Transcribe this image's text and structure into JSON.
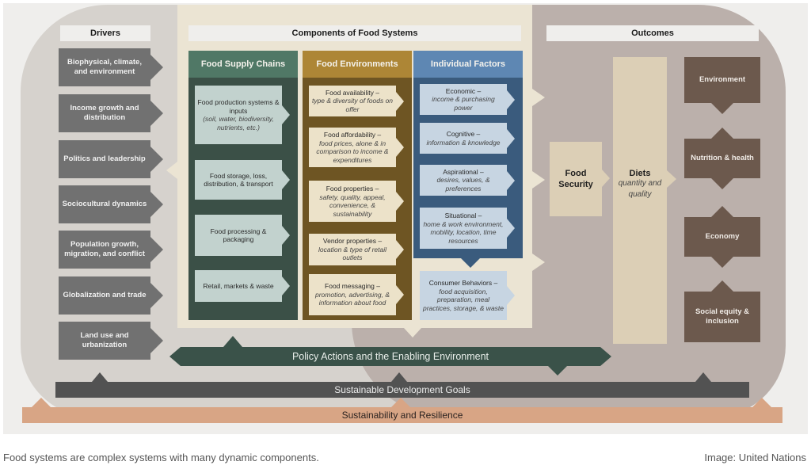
{
  "headers": {
    "drivers": "Drivers",
    "components": "Components of Food Systems",
    "outcomes": "Outcomes"
  },
  "drivers": [
    "Biophysical, climate, and environment",
    "Income growth and distribution",
    "Politics and leadership",
    "Sociocultural dynamics",
    "Population growth, migration, and conflict",
    "Globalization and trade",
    "Land use and urbanization"
  ],
  "columns": {
    "supply": {
      "title": "Food Supply Chains",
      "items": [
        {
          "title": "Food production systems & inputs",
          "sub": "(soil, water, biodiversity, nutrients, etc.)"
        },
        {
          "title": "Food storage, loss, distribution, & transport",
          "sub": ""
        },
        {
          "title": "Food processing & packaging",
          "sub": ""
        },
        {
          "title": "Retail, markets & waste",
          "sub": ""
        }
      ]
    },
    "environments": {
      "title": "Food Environments",
      "items": [
        {
          "title": "Food availability –",
          "sub": "type & diversity of foods on offer"
        },
        {
          "title": "Food affordability –",
          "sub": "food prices, alone & in comparison to income & expenditures"
        },
        {
          "title": "Food properties –",
          "sub": "safety, quality, appeal, convenience, & sustainability"
        },
        {
          "title": "Vendor properties –",
          "sub": "location & type of retail outlets"
        },
        {
          "title": "Food messaging –",
          "sub": "promotion, advertising, & information about food"
        }
      ]
    },
    "individual": {
      "title": "Individual Factors",
      "items": [
        {
          "title": "Economic –",
          "sub": "income & purchasing power"
        },
        {
          "title": "Cognitive –",
          "sub": "information & knowledge"
        },
        {
          "title": "Aspirational –",
          "sub": "desires, values, & preferences"
        },
        {
          "title": "Situational –",
          "sub": "home & work environment, mobility, location, time resources"
        }
      ],
      "consumer": {
        "title": "Consumer Behaviors –",
        "sub": "food acquisition, preparation, meal practices, storage, & waste"
      }
    }
  },
  "food_security": "Food Security",
  "diets": {
    "title": "Diets",
    "sub": "quantity and quality"
  },
  "outcomes": [
    "Environment",
    "Nutrition & health",
    "Economy",
    "Social equity & inclusion"
  ],
  "bars": {
    "policy": "Policy Actions and the Enabling Environment",
    "sdg": "Sustainable Development Goals",
    "resilience": "Sustainability and Resilience"
  },
  "caption": "Food systems are complex systems with many dynamic components.",
  "credit": "Image: United Nations",
  "colors": {
    "supply_head": "#507866",
    "env_head": "#ad8636",
    "ind_head": "#5e87b3",
    "policy_bar": "#3a5249",
    "sdg_bar": "#525252",
    "resilience_bar": "#d8a585"
  }
}
